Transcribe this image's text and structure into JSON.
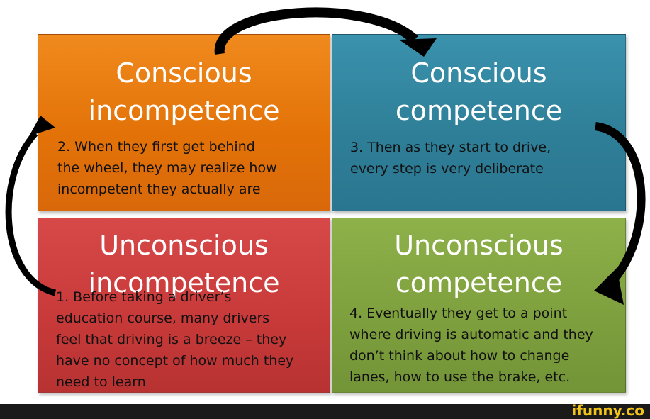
{
  "quadrants": {
    "top_left": {
      "title": "Conscious\nincompetence",
      "text": "2. When they first get behind\nthe wheel, they may realize how\nincompetent they actually are",
      "color": "#e37308"
    },
    "top_right": {
      "title": "Conscious\ncompetence",
      "text": "3. Then as they start to drive,\nevery step is very deliberate",
      "color": "#2f7f98"
    },
    "bottom_left": {
      "title": "Unconscious\nincompetence",
      "text": "1. Before taking a driver’s\neducation course, many drivers\nfeel that driving is a breeze – they\nhave no concept of how much they\nneed to learn",
      "color": "#c93a3a"
    },
    "bottom_right": {
      "title": "Unconscious\ncompetence",
      "text": "4. Eventually they get to a point\nwhere driving is automatic and they\ndon’t think about how to change\nlanes, how to use the brake, etc.",
      "color": "#7fa03e"
    }
  },
  "watermark": "ifunny.co",
  "arrow_color": "#000000",
  "brand_color": "#f2c318"
}
